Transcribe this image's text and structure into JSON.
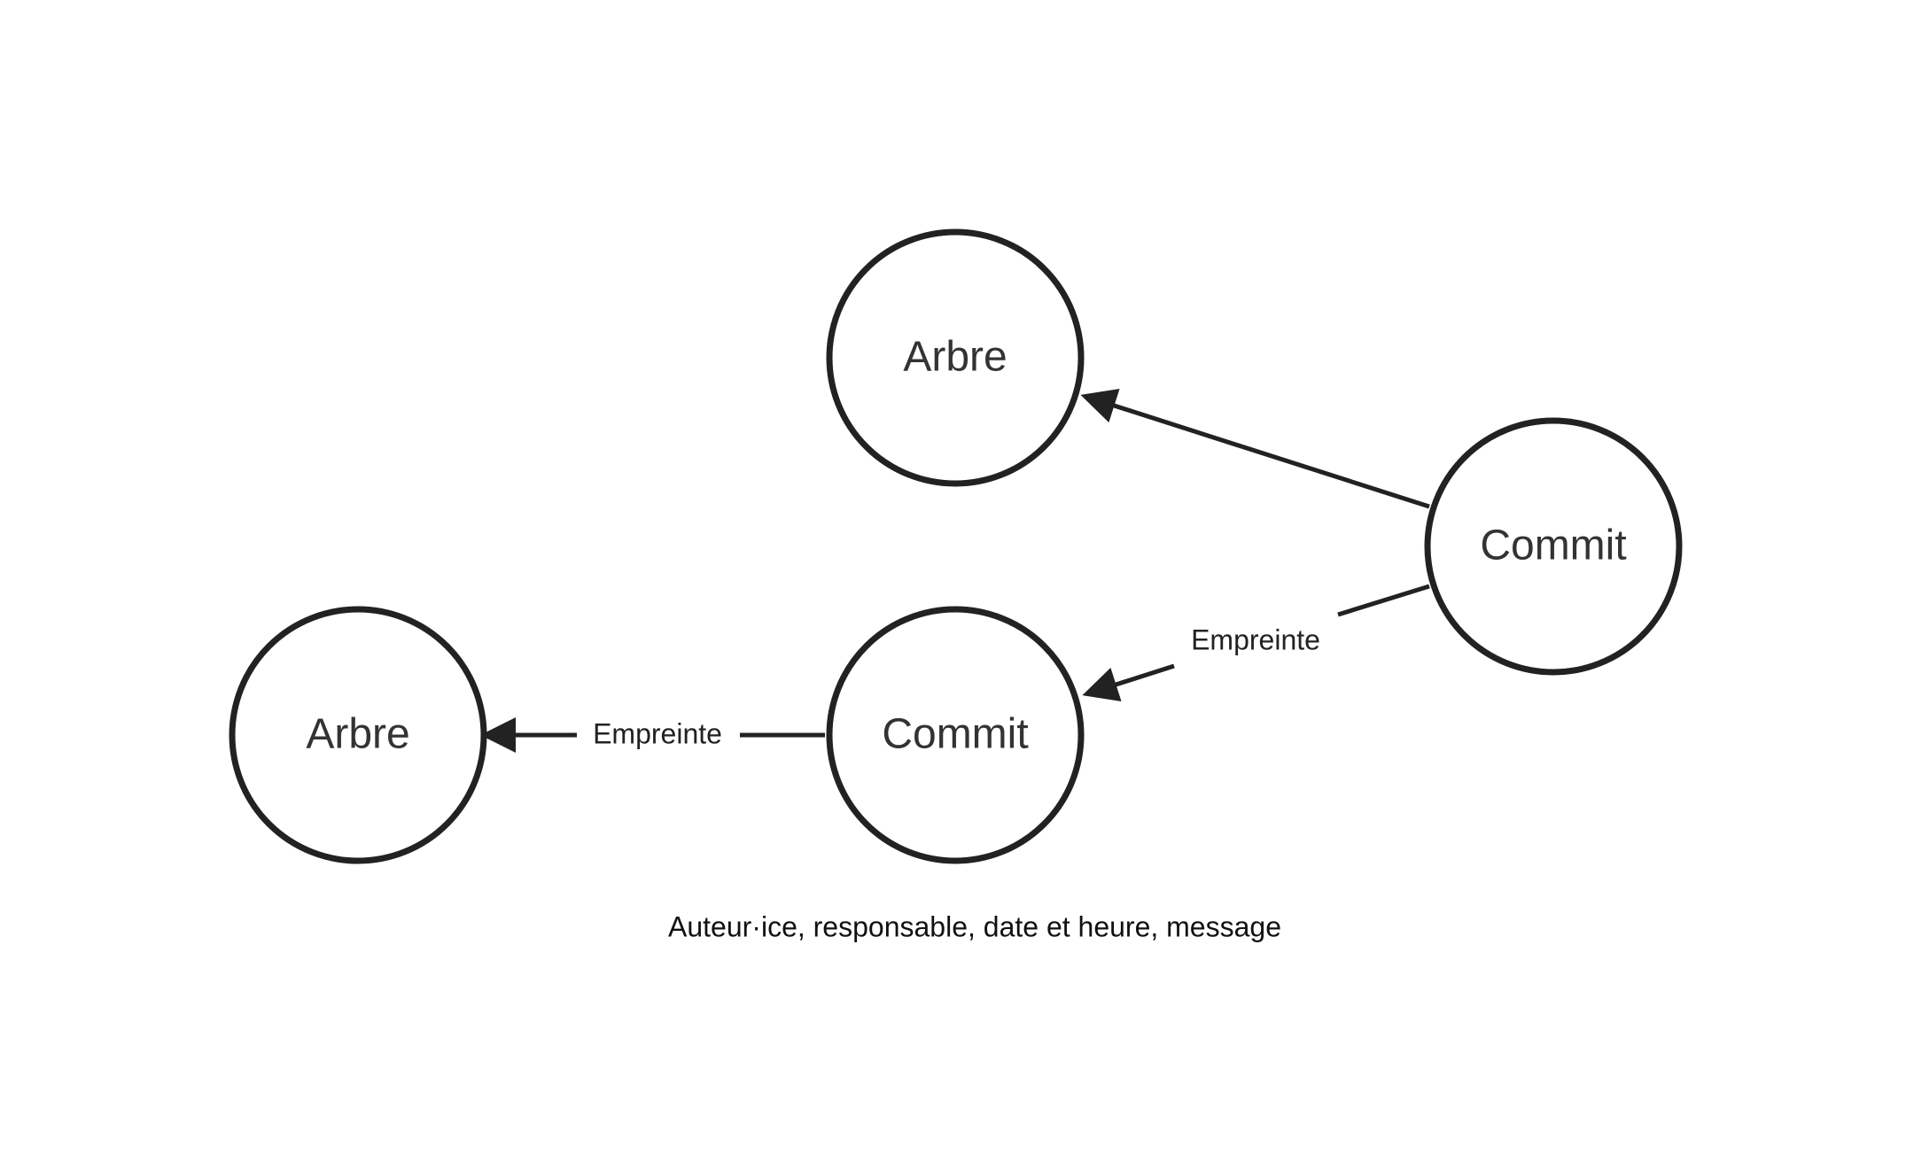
{
  "diagram": {
    "nodes": {
      "tree_top": {
        "label": "Arbre"
      },
      "tree_left": {
        "label": "Arbre"
      },
      "commit_middle": {
        "label": "Commit"
      },
      "commit_right": {
        "label": "Commit"
      }
    },
    "edges": {
      "commit_right_to_commit_middle": {
        "label": "Empreinte"
      },
      "commit_middle_to_tree_left": {
        "label": "Empreinte"
      }
    },
    "caption": "Auteur·ice, responsable, date et heure, message"
  },
  "colors": {
    "stroke": "#222222",
    "node_text": "#333333",
    "background": "#ffffff"
  }
}
